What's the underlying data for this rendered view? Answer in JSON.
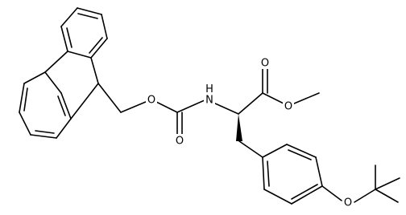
{
  "molecule": {
    "atoms": [
      {
        "id": "o_ether",
        "label": "O"
      },
      {
        "id": "o_carbonyl_carbamate",
        "label": "O"
      },
      {
        "id": "n_amide",
        "label": "N"
      },
      {
        "id": "h_amide",
        "label": "H"
      },
      {
        "id": "o_carbonyl_ester",
        "label": "O"
      },
      {
        "id": "o_ester",
        "label": "O"
      },
      {
        "id": "o_tbu_ether",
        "label": "O"
      }
    ]
  },
  "colors": {
    "bond": "#000000",
    "label": "#000000",
    "background": "#ffffff"
  }
}
